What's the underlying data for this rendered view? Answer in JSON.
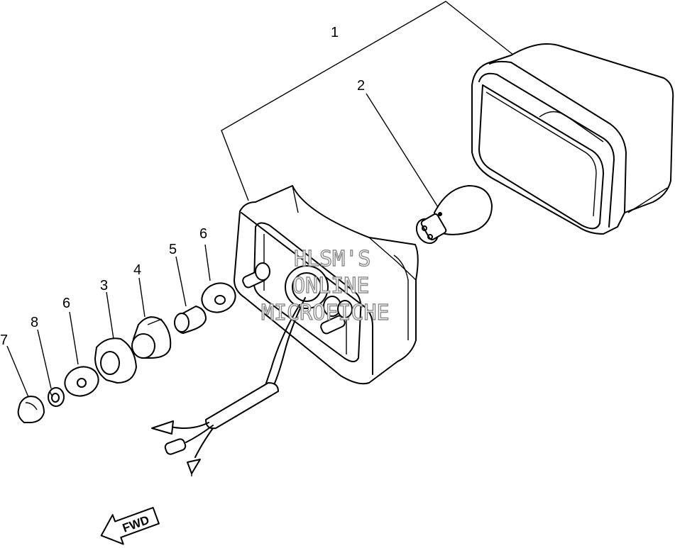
{
  "callouts": {
    "c1": "1",
    "c2": "2",
    "c3": "3",
    "c4": "4",
    "c5": "5",
    "c6a": "6",
    "c6b": "6",
    "c7": "7",
    "c8": "8"
  },
  "watermark": {
    "line1": "HLSM'S",
    "line2": "ONLINE",
    "line3": "MICROFICHE"
  },
  "direction_label": "FWD",
  "colors": {
    "line": "#000000",
    "watermark_stroke": "#8a8a8a",
    "background": "#ffffff"
  }
}
